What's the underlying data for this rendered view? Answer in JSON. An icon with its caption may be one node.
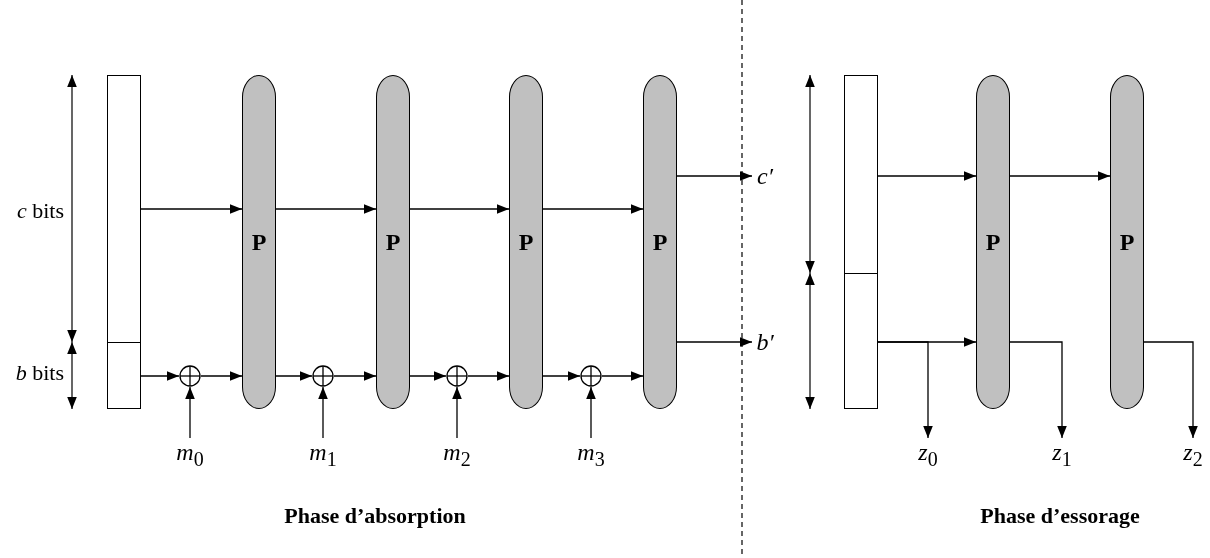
{
  "diagram": {
    "nodes": [
      {
        "text": [],
        "shape": "box"
      },
      {
        "text": [],
        "shape": "box"
      },
      {
        "text": [],
        "shape": "circle"
      },
      {
        "text": [
          "P"
        ]
      },
      {
        "text": [],
        "shape": "circle"
      },
      {
        "text": [
          "P"
        ]
      },
      {
        "text": [],
        "shape": "circle"
      },
      {
        "text": [
          "P"
        ]
      },
      {
        "text": [],
        "shape": "circle"
      },
      {
        "text": [
          "P"
        ]
      },
      {
        "text": [
          "*m*$_{0}$"
        ]
      },
      {
        "text": [
          "*m*$_{1}$"
        ]
      },
      {
        "text": [
          "*m*$_{2}$"
        ]
      },
      {
        "text": [
          "*m*$_{3}$"
        ]
      },
      {
        "text": [
          "c′"
        ]
      },
      {
        "text": [
          "b′"
        ]
      },
      {
        "text": [],
        "shape": "box"
      },
      {
        "text": [],
        "shape": "box"
      },
      {
        "text": [
          "P"
        ]
      },
      {
        "text": [
          "P"
        ]
      },
      {
        "text": [
          "*z*$_{0}$"
        ]
      },
      {
        "text": [
          "*z*$_{1}$"
        ]
      },
      {
        "text": [
          "*z*$_{2}$"
        ]
      }
    ],
    "edges": [
      {
        "from": 0,
        "to": 3,
        "arrow": "to"
      },
      {
        "from": 1,
        "to": 2,
        "arrow": "to"
      },
      {
        "from": 2,
        "to": 3,
        "arrow": "to"
      },
      {
        "from": 10,
        "to": 2,
        "arrow": "to"
      },
      {
        "from": 3,
        "to": 5,
        "arrow": "to"
      },
      {
        "from": 3,
        "to": 4,
        "arrow": "to"
      },
      {
        "from": 4,
        "to": 5,
        "arrow": "to"
      },
      {
        "from": 11,
        "to": 4,
        "arrow": "to"
      },
      {
        "from": 5,
        "to": 7,
        "arrow": "to"
      },
      {
        "from": 5,
        "to": 6,
        "arrow": "to"
      },
      {
        "from": 6,
        "to": 7,
        "arrow": "to"
      },
      {
        "from": 12,
        "to": 6,
        "arrow": "to"
      },
      {
        "from": 7,
        "to": 9,
        "arrow": "to"
      },
      {
        "from": 7,
        "to": 8,
        "arrow": "to"
      },
      {
        "from": 8,
        "to": 9,
        "arrow": "to"
      },
      {
        "from": 13,
        "to": 8,
        "arrow": "to"
      },
      {
        "from": 9,
        "to": 14,
        "arrow": "to"
      },
      {
        "from": 9,
        "to": 15,
        "arrow": "to"
      },
      {
        "from": 16,
        "to": 18,
        "arrow": "to"
      },
      {
        "from": 17,
        "to": 18,
        "arrow": "to"
      },
      {
        "from": 17,
        "to": 20,
        "arrow": "to"
      },
      {
        "from": 18,
        "to": 19,
        "arrow": "to"
      },
      {
        "from": 18,
        "to": 21,
        "arrow": "to"
      },
      {
        "from": 19,
        "to": 22,
        "arrow": "to"
      }
    ],
    "labels": [
      "*c* bits",
      "*b* bits",
      "Phase d’absorption",
      "Phase d’essorage"
    ]
  }
}
